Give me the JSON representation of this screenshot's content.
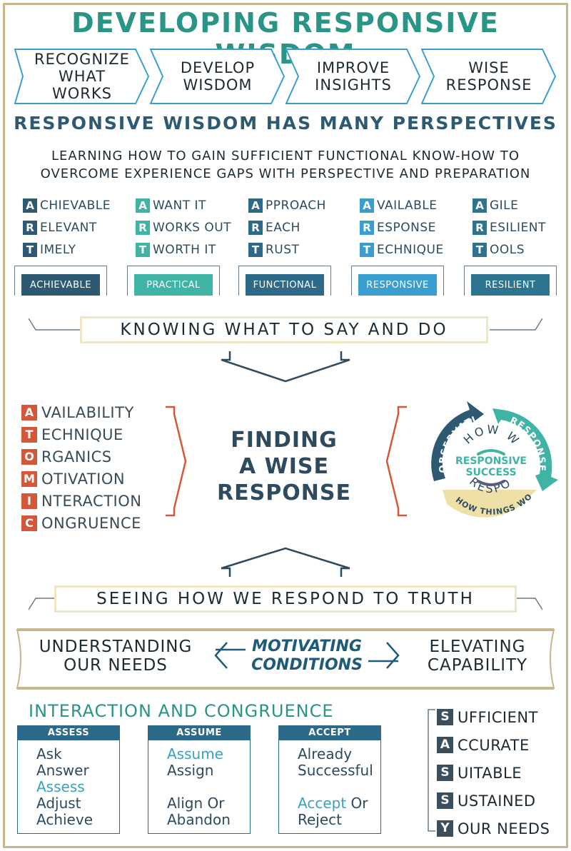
{
  "title": "DEVELOPING RESPONSIVE WISDOM",
  "steps": [
    "RECOGNIZE\nWHAT WORKS",
    "DEVELOP\nWISDOM",
    "IMPROVE\nINSIGHTS",
    "WISE\nRESPONSE"
  ],
  "perspectives_heading": "RESPONSIVE WISDOM HAS MANY PERSPECTIVES",
  "subheading": "LEARNING HOW TO GAIN SUFFICIENT FUNCTIONAL KNOW-HOW TO\nOVERCOME EXPERIENCE GAPS WITH PERSPECTIVE AND PREPARATION",
  "art_columns": [
    {
      "color": "#2d5a72",
      "rows": [
        {
          "l": "A",
          "w": "CHIEVABLE"
        },
        {
          "l": "R",
          "w": "ELEVANT"
        },
        {
          "l": "T",
          "w": "IMELY"
        }
      ],
      "tab": "ACHIEVABLE"
    },
    {
      "color": "#3fb4a4",
      "rows": [
        {
          "l": "A",
          "w": "WANT IT"
        },
        {
          "l": "R",
          "w": "WORKS OUT"
        },
        {
          "l": "T",
          "w": "WORTH IT"
        }
      ],
      "tab": "PRACTICAL"
    },
    {
      "color": "#2d6a8a",
      "rows": [
        {
          "l": "A",
          "w": "PPROACH"
        },
        {
          "l": "R",
          "w": "EACH"
        },
        {
          "l": "T",
          "w": "RUST"
        }
      ],
      "tab": "FUNCTIONAL"
    },
    {
      "color": "#3a9fd0",
      "rows": [
        {
          "l": "A",
          "w": "VAILABLE"
        },
        {
          "l": "R",
          "w": "ESPONSE"
        },
        {
          "l": "T",
          "w": "ECHNIQUE"
        }
      ],
      "tab": "RESPONSIVE"
    },
    {
      "color": "#2d7490",
      "rows": [
        {
          "l": "A",
          "w": "GILE"
        },
        {
          "l": "R",
          "w": "ESILIENT"
        },
        {
          "l": "T",
          "w": "OOLS"
        }
      ],
      "tab": "RESILIENT"
    }
  ],
  "banner_top": "KNOWING WHAT TO SAY AND DO",
  "atomic": [
    {
      "l": "A",
      "w": "VAILABILITY"
    },
    {
      "l": "T",
      "w": "ECHNIQUE"
    },
    {
      "l": "O",
      "w": "RGANICS"
    },
    {
      "l": "M",
      "w": "OTIVATION"
    },
    {
      "l": "I",
      "w": "NTERACTION"
    },
    {
      "l": "C",
      "w": "ONGRUENCE"
    }
  ],
  "finding": "FINDING\nA WISE\nRESPONSE",
  "cycle": {
    "observation": "OBSERVATION",
    "response": "RESPONSE",
    "how_things_work": "HOW THINGS WORK",
    "how_we": "HOW WE",
    "respond": "RESPOND",
    "center": "RESPONSIVE\nSUCCESS"
  },
  "banner_bottom": "SEEING HOW WE RESPOND TO TRUTH",
  "motivating": {
    "left": "UNDERSTANDING\nOUR NEEDS",
    "center": "MOTIVATING\nCONDITIONS",
    "right": "ELEVATING\nCAPABILITY"
  },
  "interaction_heading": "INTERACTION AND CONGRUENCE",
  "boxes": [
    {
      "header": "ASSESS",
      "lines": [
        {
          "t": "Ask"
        },
        {
          "t": "Answer"
        },
        {
          "t": "Assess",
          "hl": true
        },
        {
          "t": "Adjust"
        },
        {
          "t": "Achieve"
        }
      ]
    },
    {
      "header": "ASSUME",
      "lines": [
        {
          "t": "Assume",
          "hl": true
        },
        {
          "t": "Assign"
        },
        {
          "t": ""
        },
        {
          "t": "Align Or"
        },
        {
          "t": "Abandon"
        }
      ]
    },
    {
      "header": "ACCEPT",
      "lines": [
        {
          "t": "Already"
        },
        {
          "t": "Successful"
        },
        {
          "t": ""
        },
        {
          "t": "Accept",
          "hl": true,
          "rest": " Or"
        },
        {
          "t": "Reject"
        }
      ]
    }
  ],
  "sasy": [
    {
      "l": "S",
      "w": "UFFICIENT"
    },
    {
      "l": "A",
      "w": "CCURATE"
    },
    {
      "l": "S",
      "w": "UITABLE"
    },
    {
      "l": "S",
      "w": "USTAINED"
    },
    {
      "l": "Y",
      "w": "OUR NEEDS"
    }
  ],
  "colors": {
    "teal": "#2a9486",
    "navy": "#2d4a5f",
    "orange": "#d4573a",
    "cream": "#efe6c4",
    "gold": "#c8b68c"
  }
}
